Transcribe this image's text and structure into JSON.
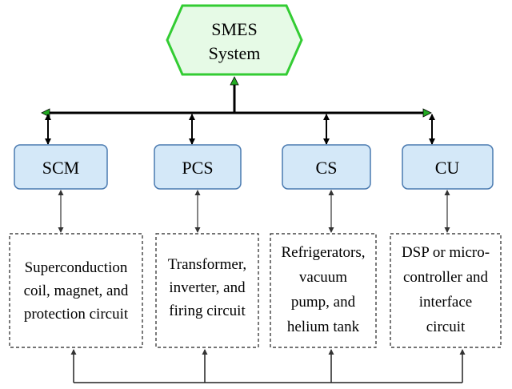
{
  "root": {
    "lines": [
      "SMES",
      "System"
    ]
  },
  "subsystems": [
    {
      "label": "SCM",
      "description": [
        "Superconduction",
        "coil, magnet, and",
        "protection circuit"
      ]
    },
    {
      "label": "PCS",
      "description": [
        "Transformer,",
        "inverter, and",
        "firing circuit"
      ]
    },
    {
      "label": "CS",
      "description": [
        "Refrigerators,",
        "vacuum",
        "pump, and",
        "helium tank"
      ]
    },
    {
      "label": "CU",
      "description": [
        "DSP or micro-",
        "controller and",
        "interface",
        "circuit"
      ]
    }
  ],
  "colors": {
    "root_fill": "#e6fae6",
    "root_stroke": "#33cc33",
    "box_fill": "#d4e8f8",
    "box_stroke": "#4a7ab0",
    "arrow_green": "#22aa22",
    "line": "#000000"
  }
}
